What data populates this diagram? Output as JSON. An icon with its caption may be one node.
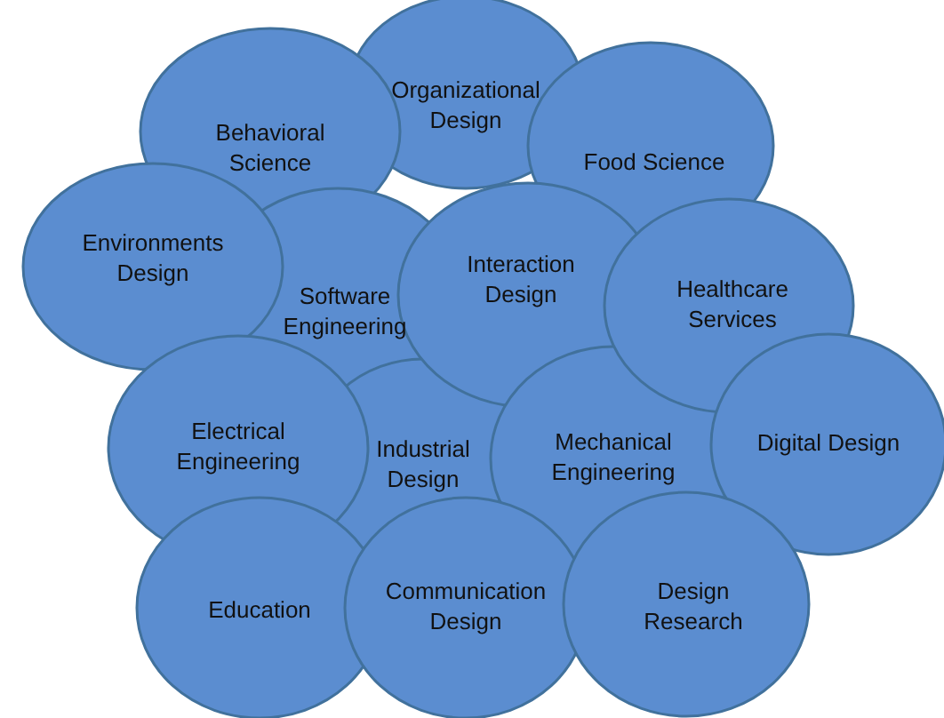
{
  "diagram": {
    "nodes": [
      {
        "text": [
          "Behavioral Science"
        ]
      },
      {
        "text": [
          "Organizational Design"
        ]
      },
      {
        "text": [
          "Food Science"
        ]
      },
      {
        "text": [
          "Environments Design"
        ]
      },
      {
        "text": [
          "Software Engineering"
        ]
      },
      {
        "text": [
          "Interaction Design"
        ]
      },
      {
        "text": [
          "Healthcare Services"
        ]
      },
      {
        "text": [
          "Electrical Engineering"
        ]
      },
      {
        "text": [
          "Industrial Design"
        ]
      },
      {
        "text": [
          "Mechanical Engineering"
        ]
      },
      {
        "text": [
          "Digital Design"
        ]
      },
      {
        "text": [
          "Education"
        ]
      },
      {
        "text": [
          "Communication Design"
        ]
      },
      {
        "text": [
          "Design Research"
        ]
      }
    ]
  }
}
